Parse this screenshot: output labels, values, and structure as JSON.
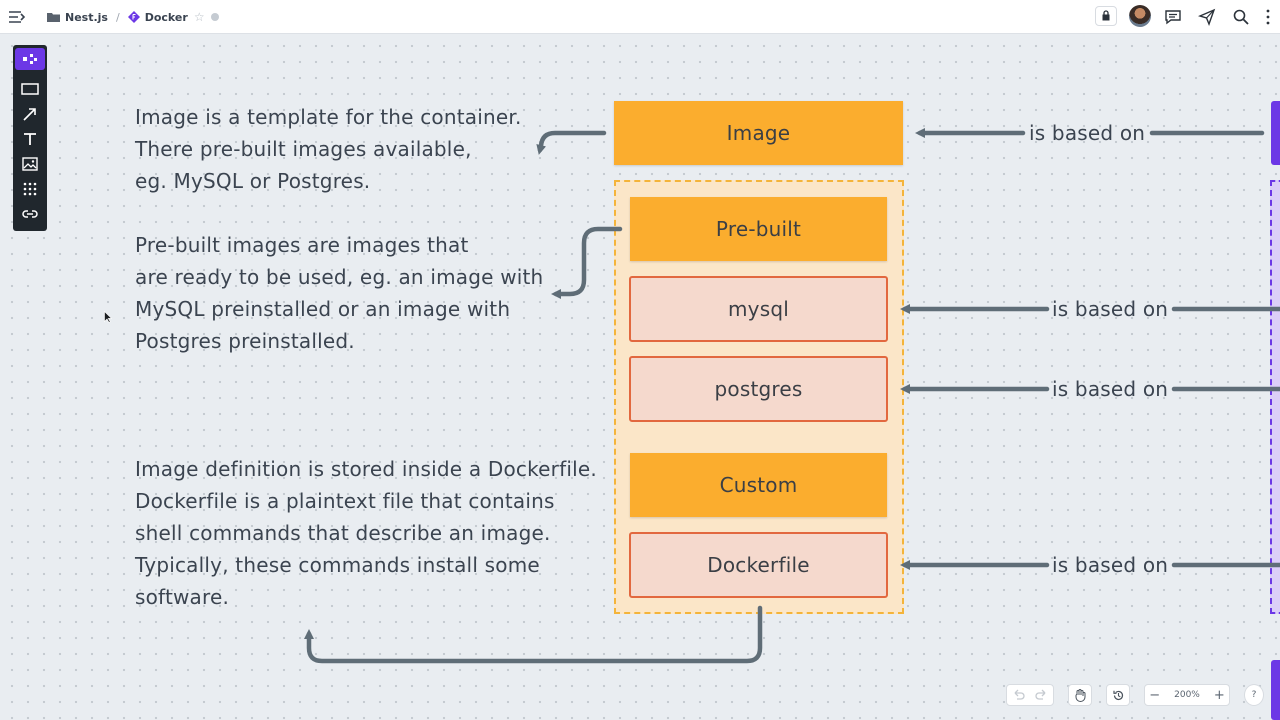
{
  "topbar": {
    "breadcrumb": [
      "Nest.js",
      "Docker"
    ],
    "separator": "/",
    "star": "☆"
  },
  "paragraphs": {
    "p1": [
      "Image is a template for the container.",
      "There pre-built images available,",
      "eg. MySQL or Postgres."
    ],
    "p2": [
      "Pre-built images are images that",
      "are ready to be used, eg. an image with",
      "MySQL preinstalled or an image with",
      "Postgres preinstalled."
    ],
    "p3": [
      "Image definition is stored inside a Dockerfile.",
      "Dockerfile is a plaintext file that contains",
      "shell commands that describe an image.",
      "Typically, these commands install some",
      "software."
    ]
  },
  "diagram": {
    "image_label": "Image",
    "prebuilt_label": "Pre-built",
    "mysql_label": "mysql",
    "postgres_label": "postgres",
    "custom_label": "Custom",
    "dockerfile_label": "Dockerfile",
    "relation_label": "is based on"
  },
  "controls": {
    "zoom": "200%",
    "minus": "−",
    "plus": "+",
    "help": "?"
  },
  "colors": {
    "orange": "#fbad2e",
    "pink_fill": "#f5d9cd",
    "pink_border": "#e2683f",
    "dashed_border": "#f4b43a",
    "arrow": "#5f6d77",
    "accent_purple": "#6c38e6"
  }
}
